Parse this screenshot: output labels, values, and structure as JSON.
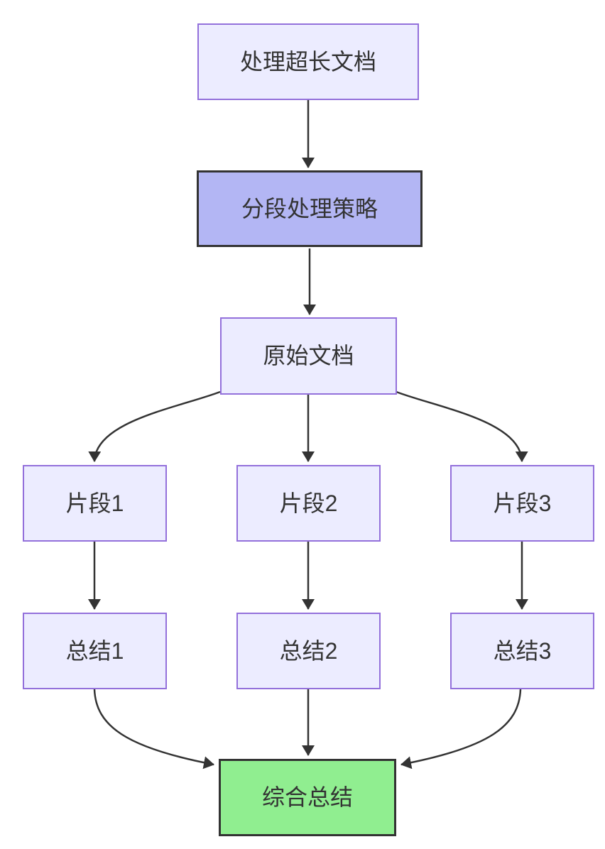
{
  "diagram": {
    "type": "flowchart",
    "direction": "top-down",
    "colors": {
      "background": "#ffffff",
      "node_fill": "#ECECFF",
      "node_border": "#9370DB",
      "emphasis_purple_fill": "#b3b6f4",
      "emphasis_green_fill": "#90EE90",
      "emphasis_border": "#333333",
      "edge_color": "#333333",
      "text_color": "#333333"
    },
    "nodes": [
      {
        "id": "task",
        "label": "处理超长文档",
        "style": "default"
      },
      {
        "id": "strategy",
        "label": "分段处理策略",
        "style": "emphasis-purple"
      },
      {
        "id": "doc",
        "label": "原始文档",
        "style": "default"
      },
      {
        "id": "frag1",
        "label": "片段1",
        "style": "default"
      },
      {
        "id": "frag2",
        "label": "片段2",
        "style": "default"
      },
      {
        "id": "frag3",
        "label": "片段3",
        "style": "default"
      },
      {
        "id": "sum1",
        "label": "总结1",
        "style": "default"
      },
      {
        "id": "sum2",
        "label": "总结2",
        "style": "default"
      },
      {
        "id": "sum3",
        "label": "总结3",
        "style": "default"
      },
      {
        "id": "final",
        "label": "综合总结",
        "style": "emphasis-green"
      }
    ],
    "edges": [
      {
        "from": "task",
        "to": "strategy"
      },
      {
        "from": "strategy",
        "to": "doc"
      },
      {
        "from": "doc",
        "to": "frag1"
      },
      {
        "from": "doc",
        "to": "frag2"
      },
      {
        "from": "doc",
        "to": "frag3"
      },
      {
        "from": "frag1",
        "to": "sum1"
      },
      {
        "from": "frag2",
        "to": "sum2"
      },
      {
        "from": "frag3",
        "to": "sum3"
      },
      {
        "from": "sum1",
        "to": "final"
      },
      {
        "from": "sum2",
        "to": "final"
      },
      {
        "from": "sum3",
        "to": "final"
      }
    ]
  }
}
